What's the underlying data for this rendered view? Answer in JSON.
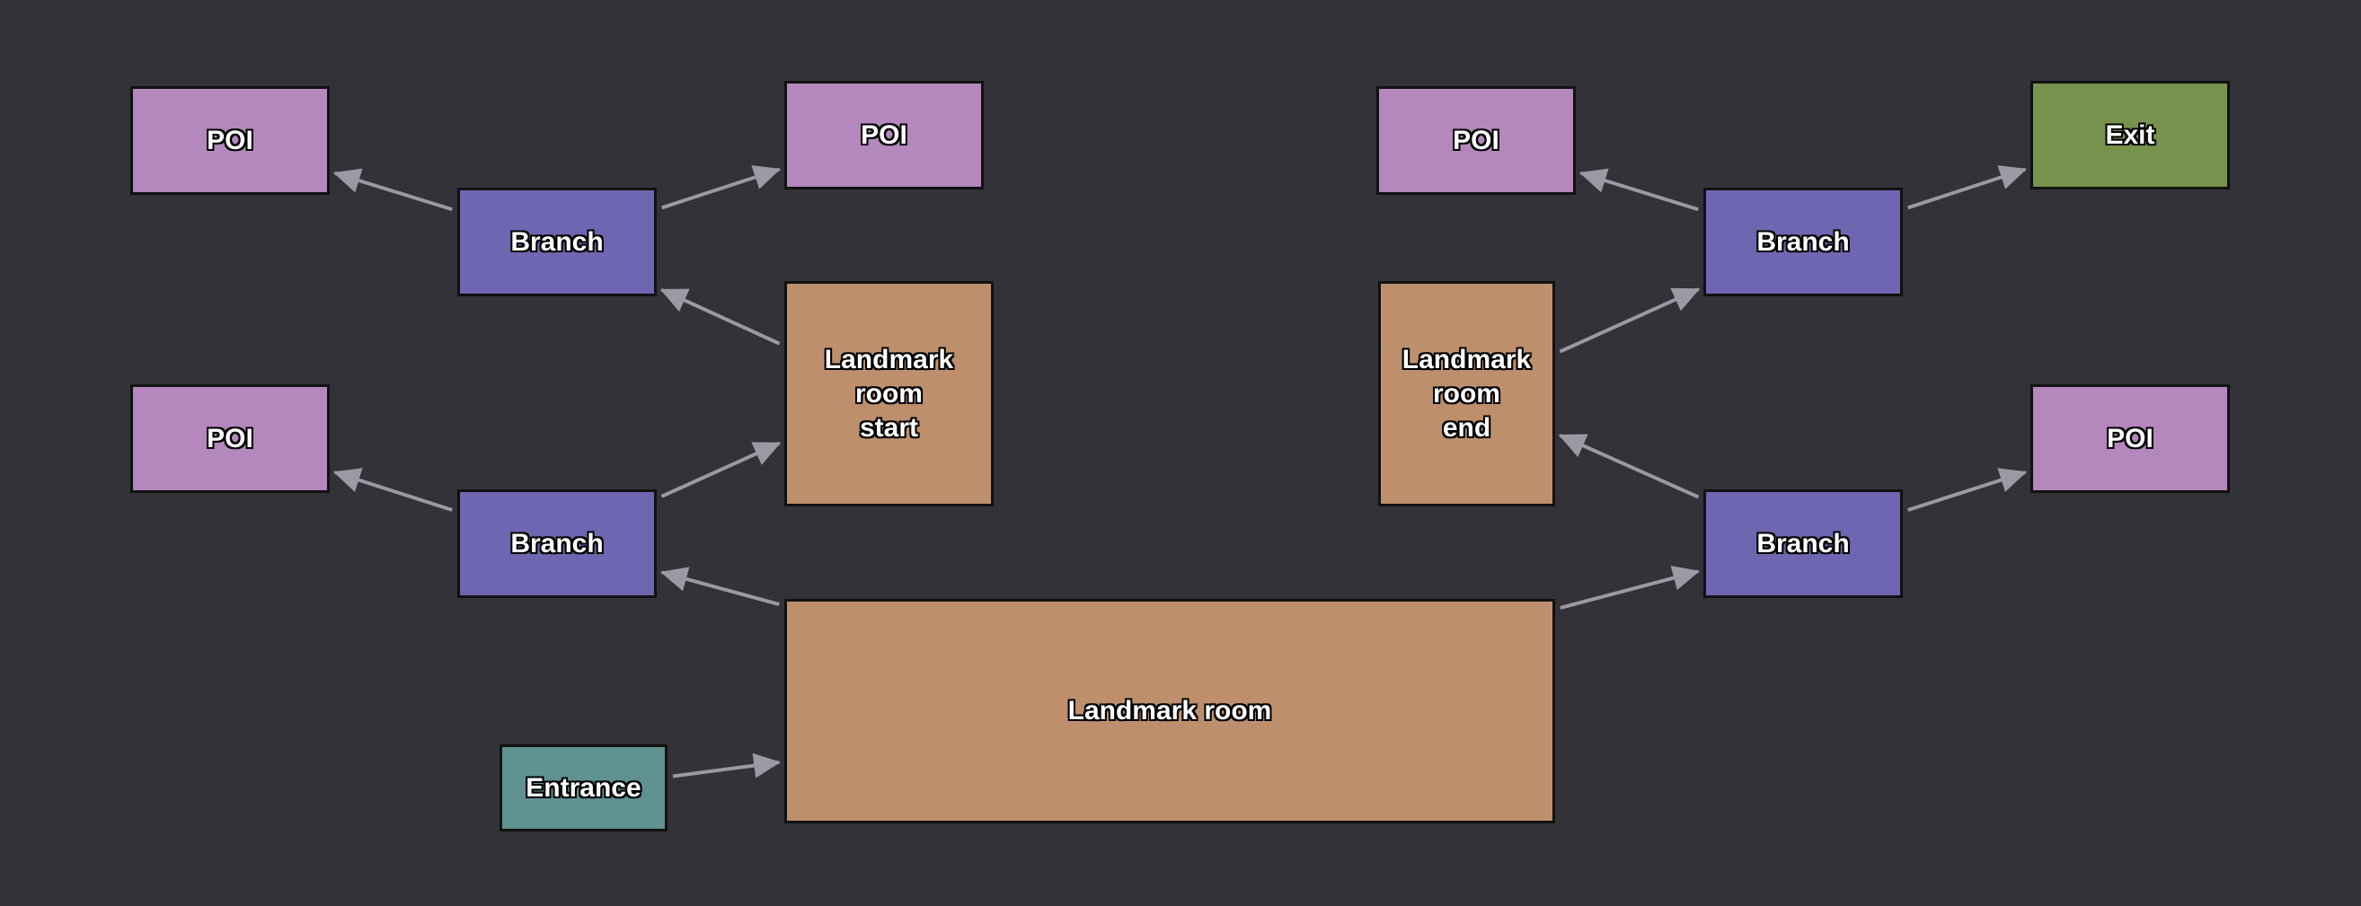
{
  "colors": {
    "background": "#333238",
    "poi": "#b488bc",
    "branch": "#6e66b0",
    "landmark": "#be8f6c",
    "entrance": "#5e9190",
    "exit": "#77924d",
    "edge": "#9a99a4"
  },
  "nodes": {
    "poi_top_left": "POI",
    "poi_top_middle": "POI",
    "poi_mid_left": "POI",
    "poi_top_right": "POI",
    "poi_mid_right": "POI",
    "exit": "Exit",
    "branch_1": "Branch",
    "branch_2": "Branch",
    "branch_3": "Branch",
    "branch_4": "Branch",
    "landmark_start": "Landmark\nroom\nstart",
    "landmark_end": "Landmark\nroom\nend",
    "landmark_room": "Landmark room",
    "entrance": "Entrance"
  },
  "edges": [
    {
      "from": "entrance",
      "to": "landmark_room"
    },
    {
      "from": "landmark_room",
      "to": "branch_2"
    },
    {
      "from": "landmark_room",
      "to": "branch_4"
    },
    {
      "from": "branch_2",
      "to": "poi_mid_left"
    },
    {
      "from": "branch_2",
      "to": "landmark_start"
    },
    {
      "from": "landmark_start",
      "to": "branch_1"
    },
    {
      "from": "branch_1",
      "to": "poi_top_left"
    },
    {
      "from": "branch_1",
      "to": "poi_top_middle"
    },
    {
      "from": "branch_4",
      "to": "landmark_end"
    },
    {
      "from": "branch_4",
      "to": "poi_mid_right"
    },
    {
      "from": "landmark_end",
      "to": "branch_3"
    },
    {
      "from": "branch_3",
      "to": "poi_top_right"
    },
    {
      "from": "branch_3",
      "to": "exit"
    }
  ]
}
